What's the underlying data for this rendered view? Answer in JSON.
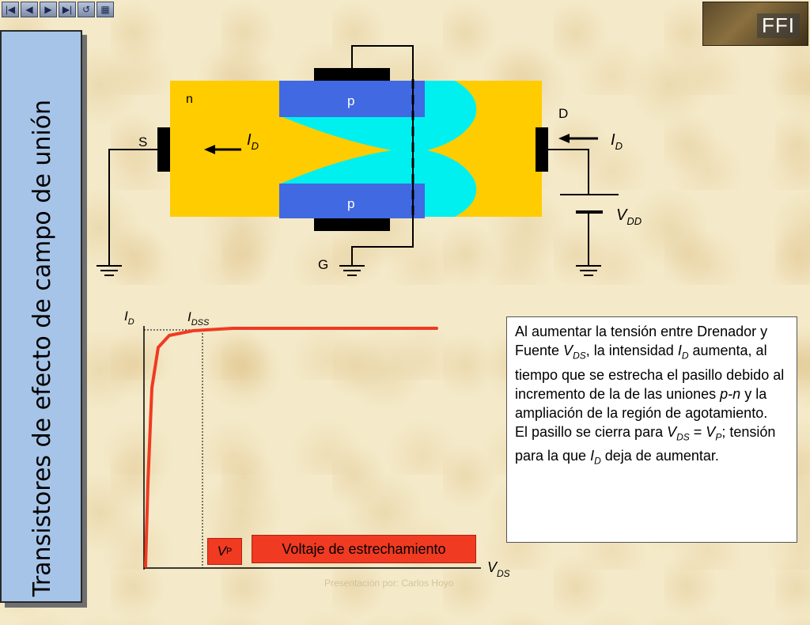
{
  "nav": {
    "buttons": [
      {
        "name": "first-slide-button",
        "glyph": "|◀"
      },
      {
        "name": "previous-slide-button",
        "glyph": "◀"
      },
      {
        "name": "next-slide-button",
        "glyph": "▶"
      },
      {
        "name": "last-slide-button",
        "glyph": "▶|"
      },
      {
        "name": "return-button",
        "glyph": "↺"
      },
      {
        "name": "calculator-button",
        "glyph": "▦"
      }
    ]
  },
  "logo": {
    "text": "FFI"
  },
  "sidebar": {
    "title": "Transistores de efecto de campo de unión"
  },
  "diagram": {
    "n_label": "n",
    "p_top": "p",
    "p_bottom": "p",
    "source": "S",
    "drain": "D",
    "gate": "G",
    "id_left": "I",
    "id_left_sub": "D",
    "id_right": "I",
    "id_right_sub": "D",
    "vdd": "V",
    "vdd_sub": "DD",
    "colors": {
      "channel": "#ffcc00",
      "p_region": "#4169e1",
      "depletion": "#00f0f0",
      "contact": "#000000",
      "curve": "#f03a22"
    }
  },
  "chart_data": {
    "type": "line",
    "title": "",
    "xlabel": "V",
    "xlabel_sub": "DS",
    "ylabel": "I",
    "ylabel_sub": "D",
    "idss_label": "I",
    "idss_sub": "DSS",
    "series": [
      {
        "values": [
          0.0,
          0.35,
          0.75,
          0.92,
          0.97,
          0.99,
          1.0,
          1.0,
          1.0,
          1.0
        ]
      }
    ]
  },
  "vp": {
    "label": "V",
    "sub": "P"
  },
  "pinch_label": "Voltaje de estrechamiento",
  "explanation": {
    "p1_a": "Al aumentar la tensión entre Drenador y Fuente ",
    "p1_v": "V",
    "p1_vsub": "DS",
    "p1_b": ", la intensidad ",
    "p1_i": "I",
    "p1_isub": "D",
    "p1_c": " aumenta, al tiempo que se estrecha el pasillo debido al incremento de la de las uniones ",
    "p1_pn": "p-n",
    "p1_d": " y la ampliación de la región de agotamiento.",
    "p2_a": "El pasillo se cierra para ",
    "p2_v1": "V",
    "p2_v1sub": "DS",
    "p2_eq": " = ",
    "p2_v2": "V",
    "p2_v2sub": "P",
    "p2_b": "; tensión para la que ",
    "p2_i": "I",
    "p2_isub": "D",
    "p2_c": " deja de aumentar."
  },
  "footer": "Presentación por: Carlos Hoyo"
}
